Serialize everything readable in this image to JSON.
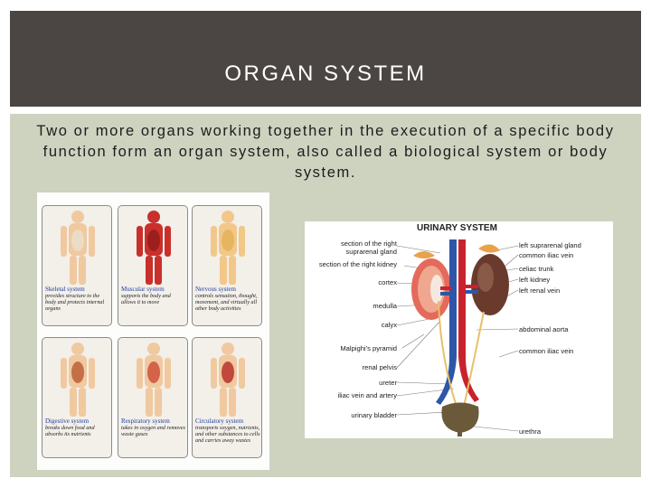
{
  "slide": {
    "title": "ORGAN SYSTEM",
    "body": "Two or more organs working together in the execution of a specific body function form an organ system, also called a biological system or body system."
  },
  "systems_image": {
    "cards": [
      {
        "title": "Skeletal system",
        "desc": "provides structure to the body and protects internal organs"
      },
      {
        "title": "Muscular system",
        "desc": "supports the body and allows it to move"
      },
      {
        "title": "Nervous system",
        "desc": "controls sensation, thought, movement, and virtually all other body activities"
      },
      {
        "title": "Digestive system",
        "desc": "breaks down food and absorbs its nutrients"
      },
      {
        "title": "Respiratory system",
        "desc": "takes in oxygen and removes waste gases"
      },
      {
        "title": "Circulatory system",
        "desc": "transports oxygen, nutrients, and other substances to cells and carries away wastes"
      }
    ]
  },
  "urinary_image": {
    "title": "URINARY SYSTEM",
    "left_labels": [
      "section of the right",
      "suprarenal gland",
      "section of the right kidney",
      "cortex",
      "medulla",
      "calyx",
      "Malpighi's pyramid",
      "renal pelvis",
      "ureter",
      "iliac vein and artery",
      "urinary bladder"
    ],
    "right_labels": [
      "left suprarenal gland",
      "common iliac vein",
      "celiac trunk",
      "left kidney",
      "left renal vein",
      "abdominal aorta",
      "common iliac vein",
      "urethra"
    ]
  },
  "colors": {
    "title_bar": "#4b4643",
    "content_bg": "#ced3c0",
    "card_title": "#1c3f9c",
    "artery": "#c8232c",
    "vein": "#2d56a8",
    "kidney": "#6a3b2d"
  }
}
